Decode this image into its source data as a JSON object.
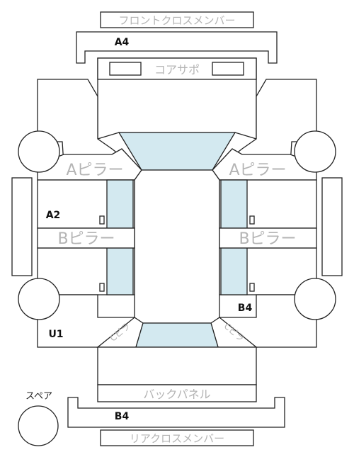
{
  "labels": {
    "front_cross_member": "フロントクロスメンバー",
    "core_support": "コアサポ",
    "a_pillar_left": "Aピラー",
    "a_pillar_right": "Aピラー",
    "b_pillar_left": "Bピラー",
    "b_pillar_right": "Bピラー",
    "back_panel": "バックパネル",
    "rear_cross_member": "リアクロスメンバー",
    "spare": "スペア",
    "c_pillar_left": "Cピラ",
    "c_pillar_right": "Cピラ"
  },
  "codes": {
    "front": "A4",
    "left_middle": "A2",
    "right_lower": "B4",
    "left_lower": "U1",
    "rear": "B4"
  },
  "colors": {
    "line": "#222222",
    "glass": "#d3e9f0",
    "label_grey": "#b4b4b4",
    "code_text": "#111111",
    "background": "#ffffff"
  }
}
